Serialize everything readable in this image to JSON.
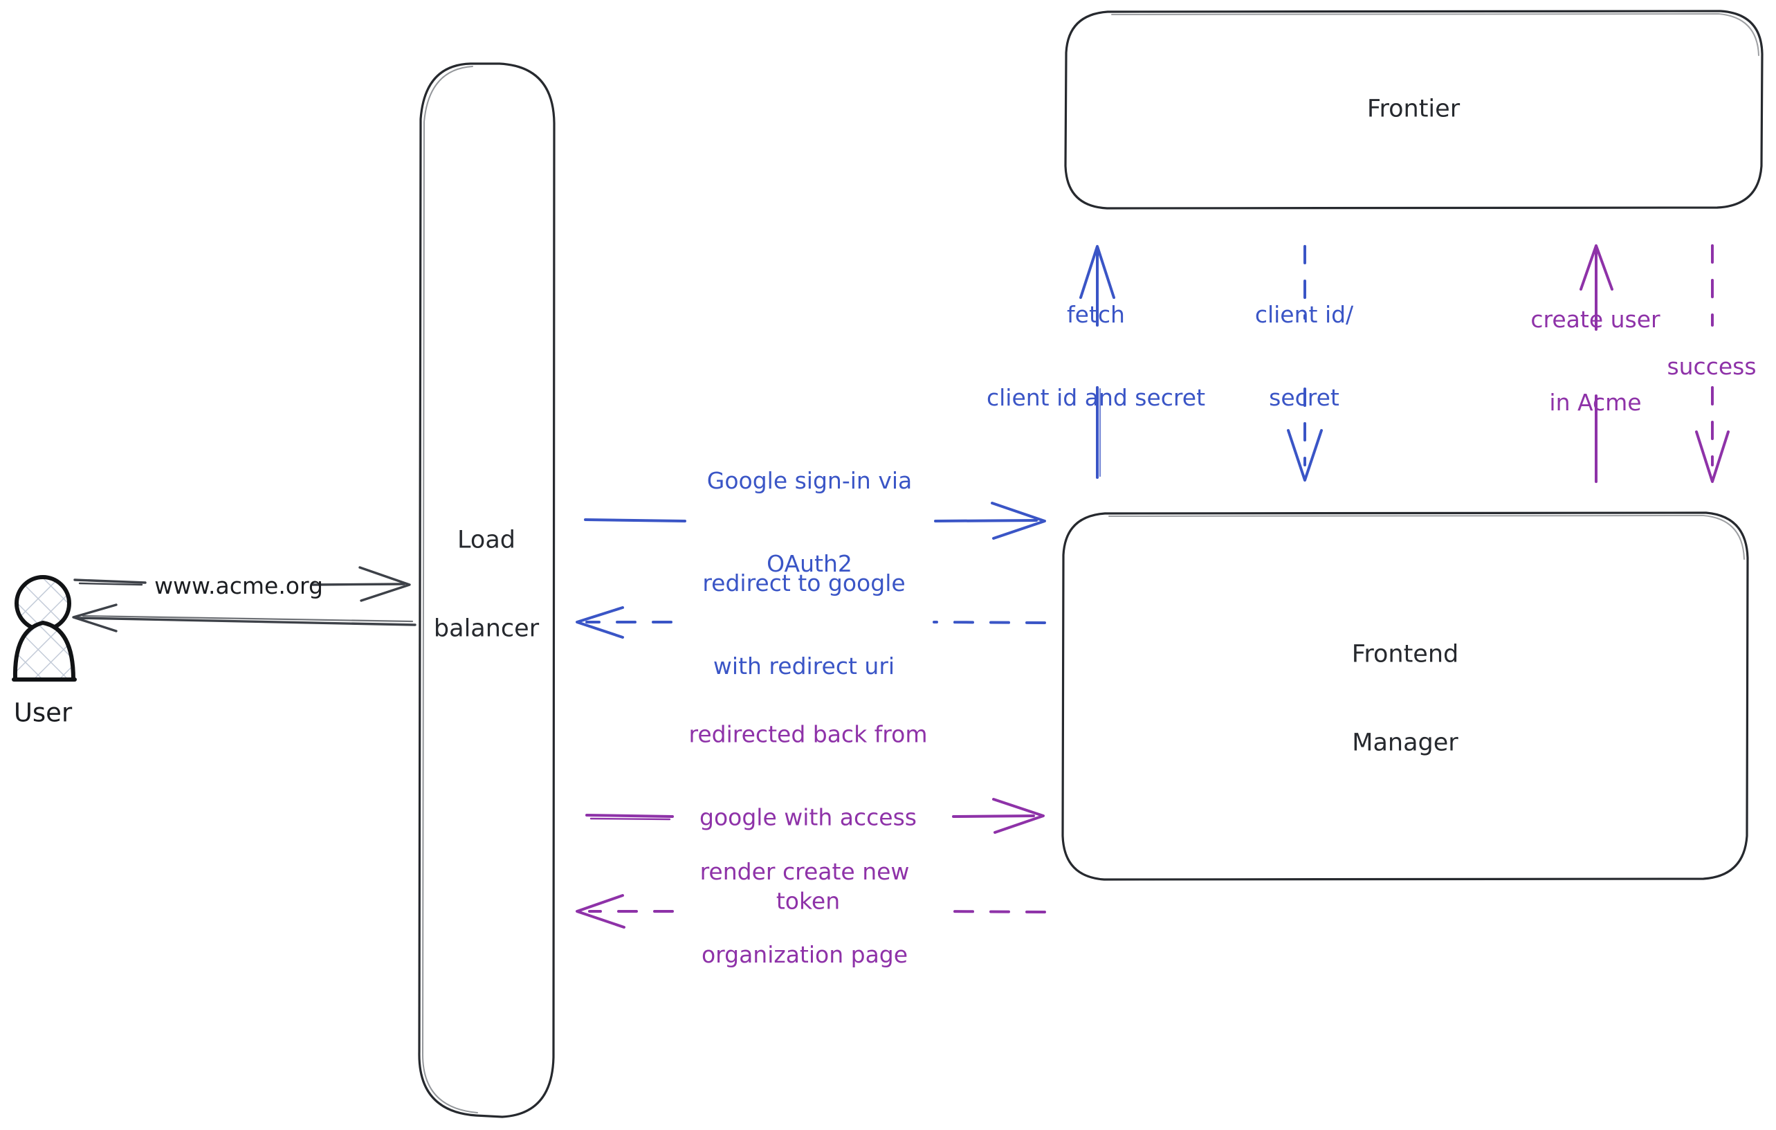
{
  "diagram": {
    "title": "Acme Google OAuth2 sign-in sequence",
    "background": "#ffffff",
    "colors": {
      "stroke_dark": "#26292e",
      "blue": "#3a55c6",
      "purple": "#8e32a8",
      "hatch": "#c3cbd8"
    },
    "actors": [
      {
        "id": "user",
        "name": "user-actor",
        "label": "User",
        "icon": "person-icon"
      }
    ],
    "nodes": [
      {
        "id": "load-balancer",
        "name": "load-balancer-node",
        "label": "Load\nbalancer",
        "line1": "Load",
        "line2": "balancer"
      },
      {
        "id": "frontier",
        "name": "frontier-node",
        "label": "Frontier",
        "line1": "Frontier",
        "line2": ""
      },
      {
        "id": "frontend-manager",
        "name": "frontend-manager-node",
        "label": "Frontend\nManager",
        "line1": "Frontend",
        "line2": "Manager"
      }
    ],
    "edges": [
      {
        "id": "user-to-lb",
        "name": "edge-user-to-load-balancer",
        "label": "www.acme.org",
        "color": "#26292e",
        "style": "solid",
        "direction": "right",
        "from": "User",
        "to": "Load balancer"
      },
      {
        "id": "lb-to-user",
        "name": "edge-load-balancer-to-user",
        "label": "",
        "color": "#26292e",
        "style": "solid",
        "direction": "left",
        "from": "Load balancer",
        "to": "User"
      },
      {
        "id": "lb-to-fm-signin",
        "name": "edge-google-signin-oauth2",
        "label": "Google sign-in via\nOAuth2",
        "line1": "Google sign-in via",
        "line2": "OAuth2",
        "color": "#3a55c6",
        "style": "solid",
        "direction": "right",
        "from": "Load balancer",
        "to": "Frontend Manager"
      },
      {
        "id": "fm-to-lb-redirect",
        "name": "edge-redirect-to-google",
        "label": "redirect to google\nwith redirect uri",
        "line1": "redirect to google",
        "line2": "with redirect uri",
        "color": "#3a55c6",
        "style": "dashed",
        "direction": "left",
        "from": "Frontend Manager",
        "to": "Load balancer"
      },
      {
        "id": "fm-to-frontier-fetch",
        "name": "edge-fetch-client-id-and-secret",
        "label": "fetch\nclient id and secret",
        "line1": "fetch",
        "line2": "client id and secret",
        "color": "#3a55c6",
        "style": "solid",
        "direction": "up",
        "from": "Frontend Manager",
        "to": "Frontier"
      },
      {
        "id": "frontier-to-fm-creds",
        "name": "edge-client-id-secret-response",
        "label": "client id/\nsecret",
        "line1": "client id/",
        "line2": "secret",
        "color": "#3a55c6",
        "style": "dashed",
        "direction": "down",
        "from": "Frontier",
        "to": "Frontend Manager"
      },
      {
        "id": "lb-to-fm-redirected",
        "name": "edge-redirected-back-from-google",
        "label": "redirected back from\ngoogle with access\ntoken",
        "line1": "redirected back from",
        "line2": "google with access",
        "line3": "token",
        "color": "#8e32a8",
        "style": "solid",
        "direction": "right",
        "from": "Load balancer",
        "to": "Frontend Manager"
      },
      {
        "id": "fm-to-lb-render",
        "name": "edge-render-create-new-organization-page",
        "label": "render create new\norganization page",
        "line1": "render create new",
        "line2": "organization page",
        "color": "#8e32a8",
        "style": "dashed",
        "direction": "left",
        "from": "Frontend Manager",
        "to": "Load balancer"
      },
      {
        "id": "fm-to-frontier-create-user",
        "name": "edge-create-user-in-acme",
        "label": "create user\nin Acme",
        "line1": "create user",
        "line2": "in Acme",
        "color": "#8e32a8",
        "style": "solid",
        "direction": "up",
        "from": "Frontend Manager",
        "to": "Frontier"
      },
      {
        "id": "frontier-to-fm-success",
        "name": "edge-success-response",
        "label": "success",
        "line1": "success",
        "line2": "",
        "color": "#8e32a8",
        "style": "dashed",
        "direction": "down",
        "from": "Frontier",
        "to": "Frontend Manager"
      }
    ]
  }
}
